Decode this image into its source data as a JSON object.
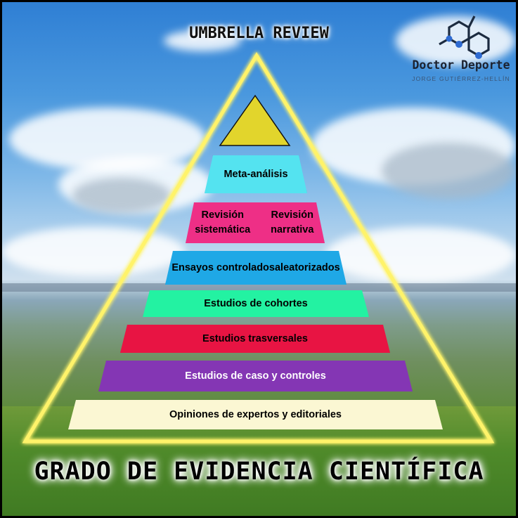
{
  "header": {
    "title": "UMBRELLA REVIEW"
  },
  "logo": {
    "name": "Doctor Deporte",
    "subtitle": "JORGE GUTIÉRREZ-HELLÍN"
  },
  "pyramid": {
    "tiers": [
      {
        "lines": [
          "Meta-análisis"
        ],
        "color": "#54e3f0"
      },
      {
        "lines": [
          "Revisión sistemática",
          "Revisión narrativa"
        ],
        "color": "#ee2f86"
      },
      {
        "lines": [
          "Ensayos controlados",
          "aleatorizados"
        ],
        "color": "#1fa8e6"
      },
      {
        "lines": [
          "Estudios de cohortes"
        ],
        "color": "#23f2a2"
      },
      {
        "lines": [
          "Estudios trasversales"
        ],
        "color": "#e81443"
      },
      {
        "lines": [
          "Estudios de caso y controles"
        ],
        "color": "#8436b4"
      },
      {
        "lines": [
          "Opiniones de expertos y editoriales"
        ],
        "color": "#fbf7d3"
      }
    ],
    "apex_color": "#e2d52c",
    "outline_color": "#fff36a"
  },
  "footer": {
    "title": "GRADO DE EVIDENCIA CIENTÍFICA"
  }
}
